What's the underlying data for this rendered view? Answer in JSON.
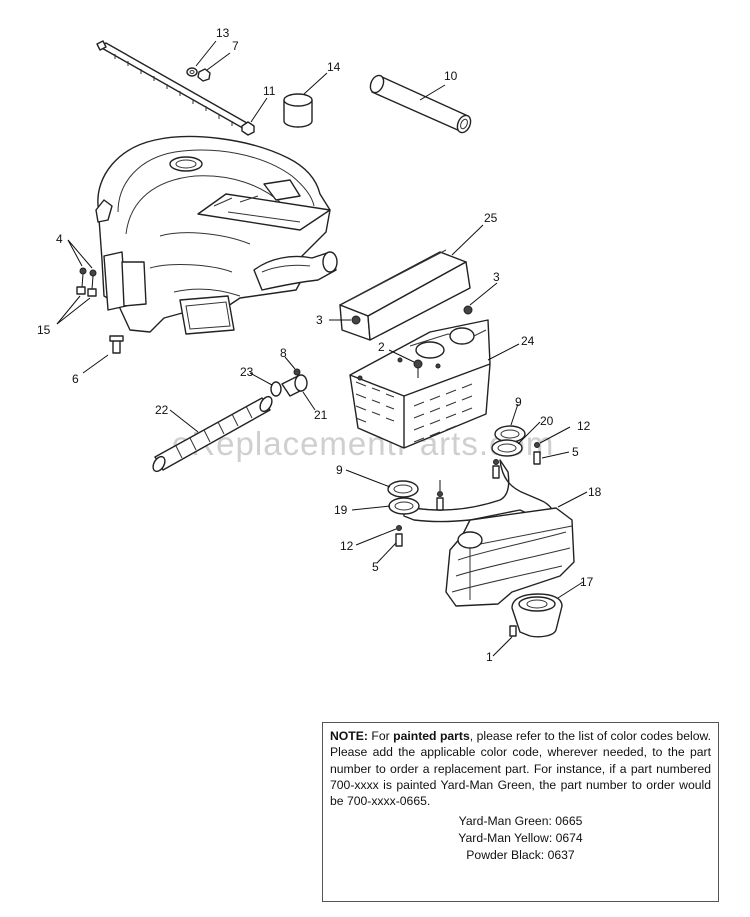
{
  "watermark": "eReplacementParts.com",
  "callouts": [
    {
      "id": "c13",
      "text": "13"
    },
    {
      "id": "c7",
      "text": "7"
    },
    {
      "id": "c14",
      "text": "14"
    },
    {
      "id": "c10",
      "text": "10"
    },
    {
      "id": "c11",
      "text": "11"
    },
    {
      "id": "c25",
      "text": "25"
    },
    {
      "id": "c4",
      "text": "4"
    },
    {
      "id": "c15",
      "text": "15"
    },
    {
      "id": "c3a",
      "text": "3"
    },
    {
      "id": "c3b",
      "text": "3"
    },
    {
      "id": "c2",
      "text": "2"
    },
    {
      "id": "c24",
      "text": "24"
    },
    {
      "id": "c6",
      "text": "6"
    },
    {
      "id": "c8",
      "text": "8"
    },
    {
      "id": "c23",
      "text": "23"
    },
    {
      "id": "c21",
      "text": "21"
    },
    {
      "id": "c22",
      "text": "22"
    },
    {
      "id": "c9a",
      "text": "9"
    },
    {
      "id": "c20",
      "text": "20"
    },
    {
      "id": "c12a",
      "text": "12"
    },
    {
      "id": "c5a",
      "text": "5"
    },
    {
      "id": "c9b",
      "text": "9"
    },
    {
      "id": "c18",
      "text": "18"
    },
    {
      "id": "c19",
      "text": "19"
    },
    {
      "id": "c12b",
      "text": "12"
    },
    {
      "id": "c5b",
      "text": "5"
    },
    {
      "id": "c17",
      "text": "17"
    },
    {
      "id": "c1",
      "text": "1"
    }
  ],
  "note": {
    "label": "NOTE:",
    "t1": " For ",
    "bold": "painted parts",
    "t2": ", please refer to the list of color codes below. Please add the applicable color code, wherever needed, to the part number to order a replacement part. For instance, if a part numbered 700-xxxx is painted Yard-Man Green, the part number to order would be 700-xxxx-0665.",
    "codes": [
      "Yard-Man Green: 0665",
      "Yard-Man Yellow: 0674",
      "Powder Black: 0637"
    ]
  }
}
